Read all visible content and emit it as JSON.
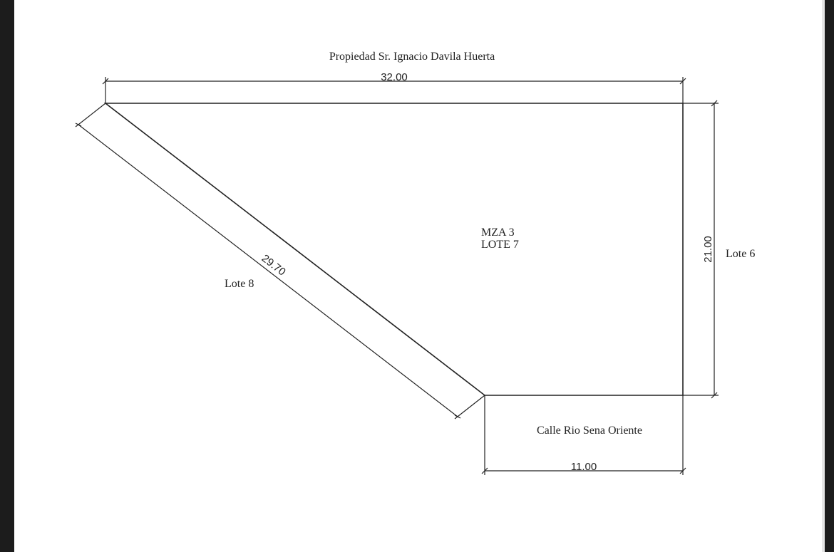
{
  "plan": {
    "title": "Propiedad Sr. Ignacio Davila Huerta",
    "block_label": "MZA 3",
    "lot_label": "LOTE 7",
    "east_neighbor": "Lote 6",
    "west_neighbor": "Lote 8",
    "street": "Calle Rio Sena Oriente"
  },
  "dimensions": {
    "north": "32.00",
    "east": "21.00",
    "diagonal": "29.70",
    "south": "11.00"
  },
  "colors": {
    "paper": "#ffffff",
    "line": "#222222",
    "background": "#1c1c1c"
  }
}
